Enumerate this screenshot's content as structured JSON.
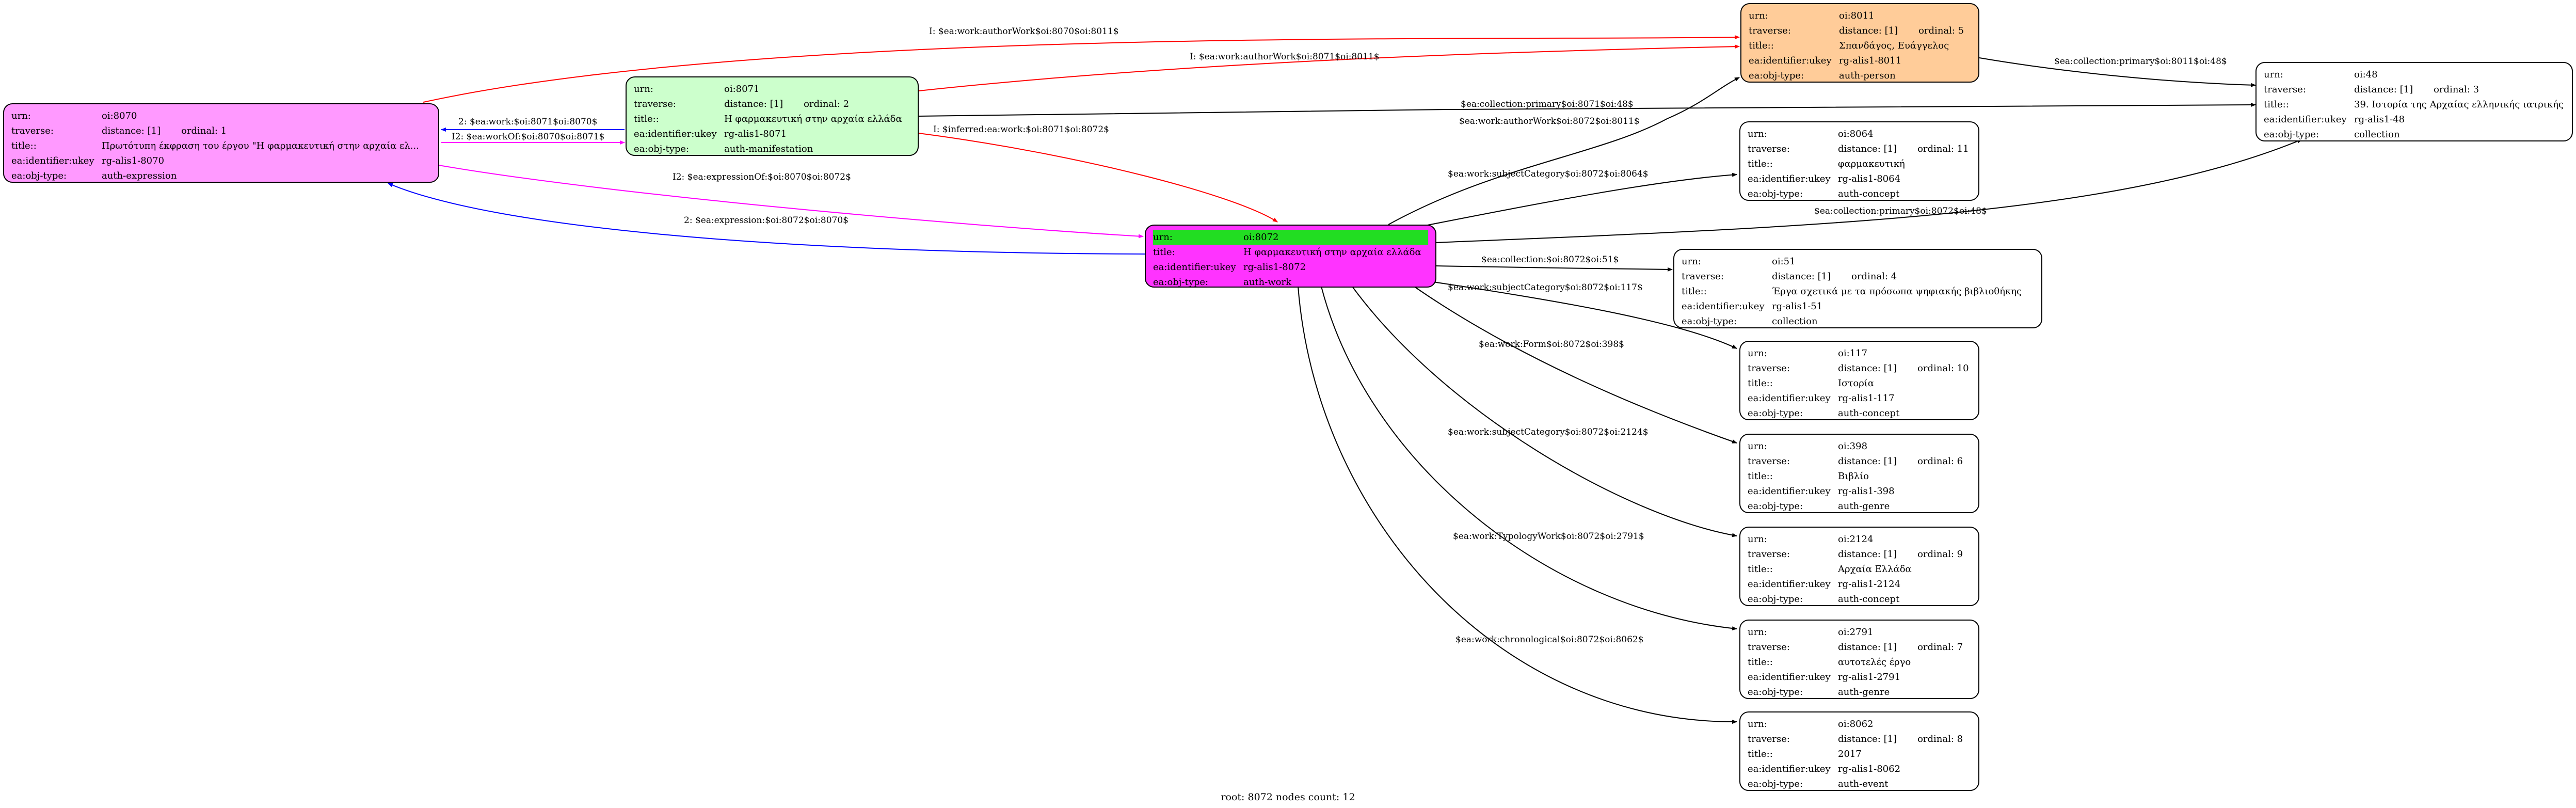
{
  "graph": {
    "keys": {
      "urn": "urn:",
      "traverse": "traverse:",
      "title": "title::",
      "title_root": "title:",
      "identifier": "ea:identifier:ukey",
      "objtype": "ea:obj-type:"
    },
    "root": {
      "urn": "oi:8072",
      "title": "Η φαρμακευτική στην αρχαία ελλάδα",
      "identifier": "rg-alis1-8072",
      "objtype": "auth-work",
      "color": "#ff33ff"
    },
    "n8070": {
      "urn": "oi:8070",
      "distance": "distance: [1]",
      "ordinal": "ordinal: 1",
      "title": "Πρωτότυπη έκφραση του έργου \"Η φαρμακευτική στην αρχαία ελ...",
      "identifier": "rg-alis1-8070",
      "objtype": "auth-expression",
      "color": "#ff99ff"
    },
    "n8071": {
      "urn": "oi:8071",
      "distance": "distance: [1]",
      "ordinal": "ordinal: 2",
      "title": "Η φαρμακευτική στην αρχαία ελλάδα",
      "identifier": "rg-alis1-8071",
      "objtype": "auth-manifestation",
      "color": "#ccffcc"
    },
    "n8011": {
      "urn": "oi:8011",
      "distance": "distance: [1]",
      "ordinal": "ordinal: 5",
      "title": "Σπανδάγος, Ευάγγελος",
      "identifier": "rg-alis1-8011",
      "objtype": "auth-person",
      "color": "#ffcc99"
    },
    "n48": {
      "urn": "oi:48",
      "distance": "distance: [1]",
      "ordinal": "ordinal: 3",
      "title": "39. Ιστορία της Αρχαίας ελληνικής ιατρικής",
      "identifier": "rg-alis1-48",
      "objtype": "collection",
      "color": "#ffffff"
    },
    "n8064": {
      "urn": "oi:8064",
      "distance": "distance: [1]",
      "ordinal": "ordinal: 11",
      "title": "φαρμακευτική",
      "identifier": "rg-alis1-8064",
      "objtype": "auth-concept",
      "color": "#ffffff"
    },
    "n51": {
      "urn": "oi:51",
      "distance": "distance: [1]",
      "ordinal": "ordinal: 4",
      "title": "Έργα σχετικά με τα πρόσωπα ψηφιακής βιβλιοθήκης",
      "identifier": "rg-alis1-51",
      "objtype": "collection",
      "color": "#ffffff"
    },
    "n117": {
      "urn": "oi:117",
      "distance": "distance: [1]",
      "ordinal": "ordinal: 10",
      "title": "Ιστορία",
      "identifier": "rg-alis1-117",
      "objtype": "auth-concept",
      "color": "#ffffff"
    },
    "n398": {
      "urn": "oi:398",
      "distance": "distance: [1]",
      "ordinal": "ordinal: 6",
      "title": "Βιβλίο",
      "identifier": "rg-alis1-398",
      "objtype": "auth-genre",
      "color": "#ffffff"
    },
    "n2124": {
      "urn": "oi:2124",
      "distance": "distance: [1]",
      "ordinal": "ordinal: 9",
      "title": "Αρχαία Ελλάδα",
      "identifier": "rg-alis1-2124",
      "objtype": "auth-concept",
      "color": "#ffffff"
    },
    "n2791": {
      "urn": "oi:2791",
      "distance": "distance: [1]",
      "ordinal": "ordinal: 7",
      "title": "αυτοτελές έργο",
      "identifier": "rg-alis1-2791",
      "objtype": "auth-genre",
      "color": "#ffffff"
    },
    "n8062": {
      "urn": "oi:8062",
      "distance": "distance: [1]",
      "ordinal": "ordinal: 8",
      "title": "2017",
      "identifier": "rg-alis1-8062",
      "objtype": "auth-event",
      "color": "#ffffff"
    }
  },
  "edges": {
    "e_author_8070": "I: $ea:work:authorWork$oi:8070$oi:8011$",
    "e_author_8071": "I: $ea:work:authorWork$oi:8071$oi:8011$",
    "e_col_8071": "$ea:collection:primary$oi:8071$oi:48$",
    "e_col_8011": "$ea:collection:primary$oi:8011$oi:48$",
    "e_work_8071_8070": "2: $ea:work:$oi:8071$oi:8070$",
    "e_workof_8070_8071": "I2: $ea:workOf:$oi:8070$oi:8071$",
    "e_inferred_8071_8072": "I: $inferred:ea:work:$oi:8071$oi:8072$",
    "e_exprof_8070_8072": "I2: $ea:expressionOf:$oi:8070$oi:8072$",
    "e_expr_8072_8070": "2: $ea:expression:$oi:8072$oi:8070$",
    "e_author_8072": "$ea:work:authorWork$oi:8072$oi:8011$",
    "e_subj_8064": "$ea:work:subjectCategory$oi:8072$oi:8064$",
    "e_col_8072_48": "$ea:collection:primary$oi:8072$oi:48$",
    "e_col_8072_51": "$ea:collection:$oi:8072$oi:51$",
    "e_subj_117": "$ea:work:subjectCategory$oi:8072$oi:117$",
    "e_form_398": "$ea:work:Form$oi:8072$oi:398$",
    "e_subj_2124": "$ea:work:subjectCategory$oi:8072$oi:2124$",
    "e_typ_2791": "$ea:work:TypologyWork$oi:8072$oi:2791$",
    "e_chrono_8062": "$ea:work:chronological$oi:8072$oi:8062$"
  },
  "colors": {
    "red": "#ff0000",
    "blue": "#0000ff",
    "magenta": "#ff00ff",
    "black": "#000000"
  },
  "footer": "root: 8072 nodes count: 12"
}
